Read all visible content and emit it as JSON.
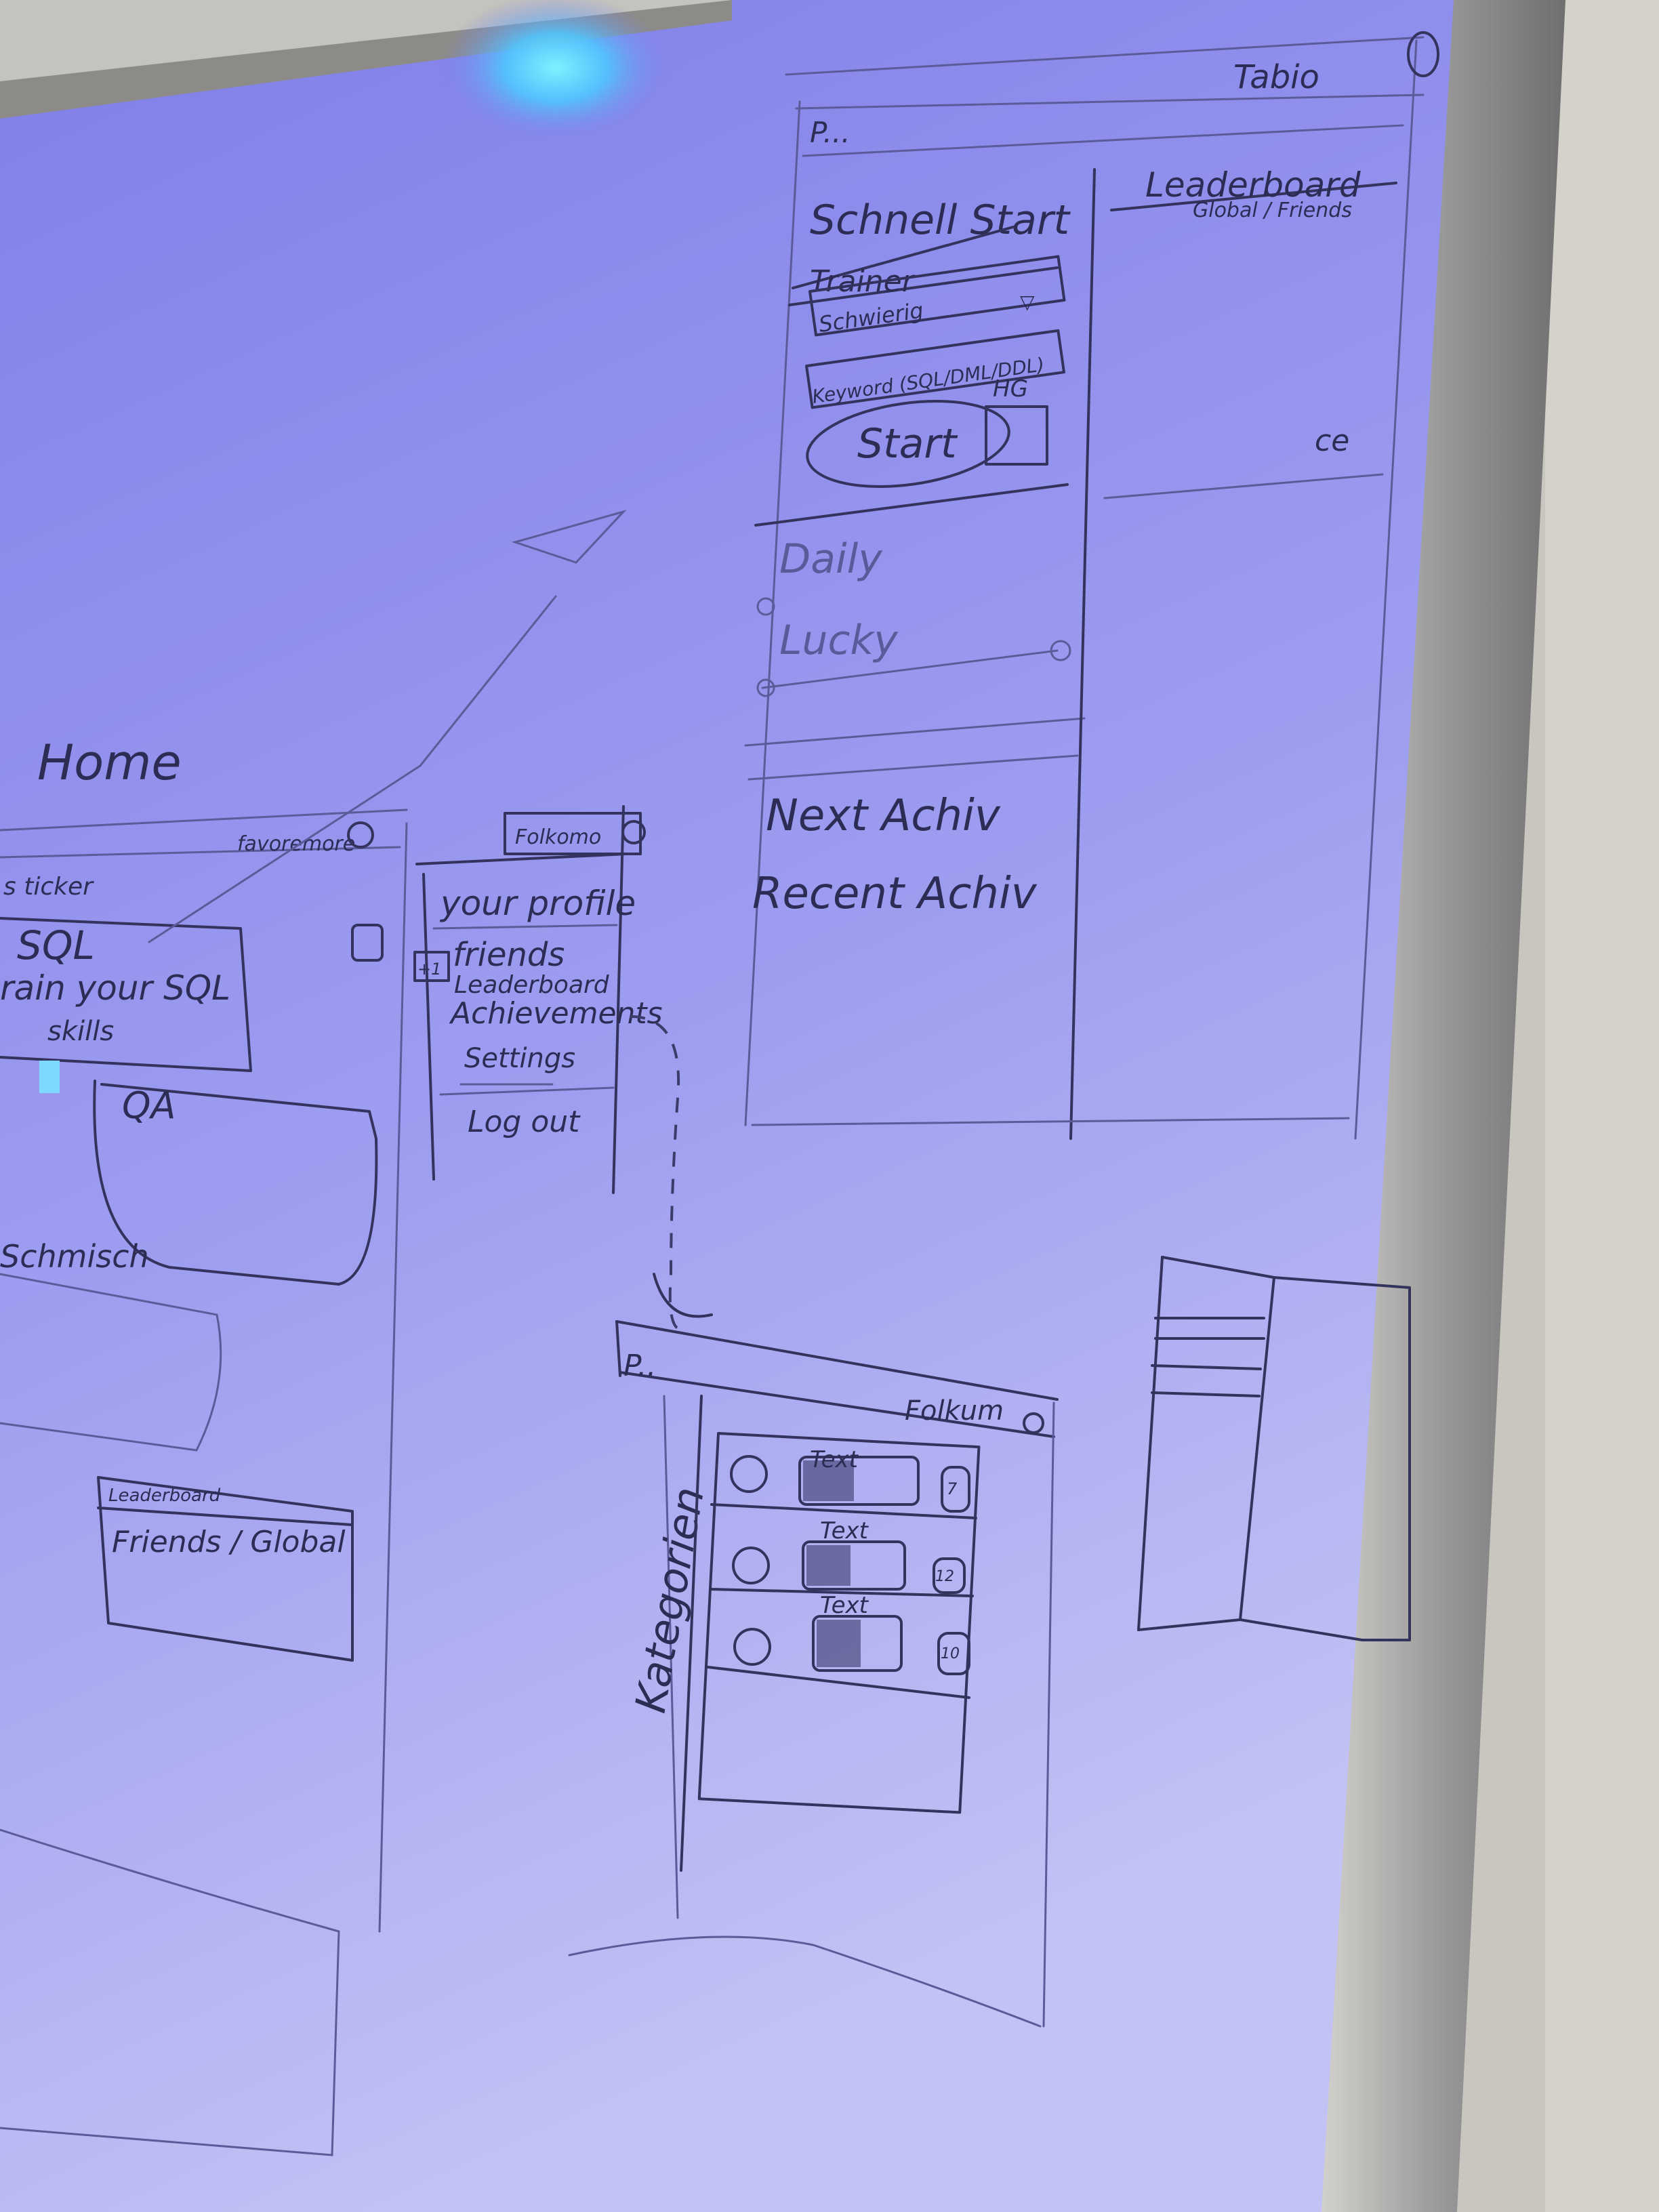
{
  "colors": {
    "board": "#8f8fe6",
    "board_light": "#b7b7f2",
    "marker": "#2c2c55",
    "frame": "#a9a9a9",
    "wall": "#c9c7c0",
    "lamp": "#58e8ff"
  },
  "home": {
    "title": "Home",
    "header_right": "favoremore",
    "ticker": "s ticker",
    "card1_line1": "SQL",
    "card1_line2": "rain your SQL",
    "card1_line3": "skills",
    "card2_label": "QA",
    "card3_label": "Schmisch",
    "leaderboard_title": "Leaderboard",
    "leaderboard_body": "Friends / Global"
  },
  "menu": {
    "header": "Folkomo",
    "items": [
      "your profile",
      "friends",
      "Leaderboard",
      "Achievements",
      "Settings",
      "Log out"
    ],
    "plus_badge": "+1"
  },
  "training": {
    "header_left": "P...",
    "header_right": "Tabio",
    "section_title": "Schnell Start",
    "trainer_label": "Trainer",
    "difficulty_field": "Schwierig",
    "keyword_field": "Keyword (SQL/DML/DDL)",
    "hg_label": "HG",
    "start_button": "Start",
    "daily_label": "Daily",
    "lucky_label": "Lucky",
    "next_achievement": "Next Achiv",
    "recent_achievement": "Recent Achiv",
    "leaderboard_title": "Leaderboard",
    "leaderboard_sub": "Global / Friends",
    "side_mark": "ce"
  },
  "categories": {
    "header_left": "P..",
    "header_right": "Folkum",
    "side_label": "Kategorien",
    "rows": [
      {
        "text": "Text",
        "badge": "7"
      },
      {
        "text": "Text",
        "badge": "12"
      },
      {
        "text": "Text",
        "badge": "10"
      }
    ]
  }
}
